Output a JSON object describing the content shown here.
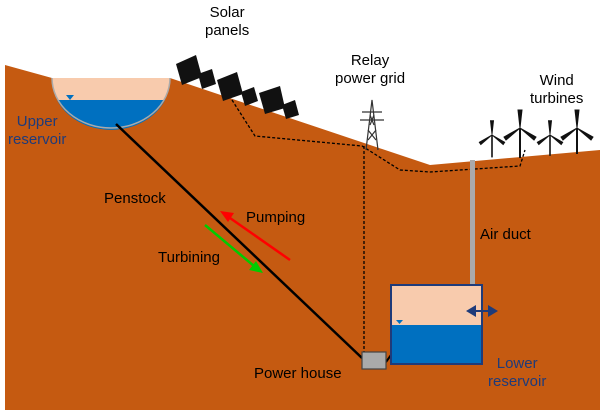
{
  "labels": {
    "solar_panels": [
      "Solar",
      "panels"
    ],
    "relay_power_grid": [
      "Relay",
      "power grid"
    ],
    "wind_turbines": [
      "Wind",
      "turbines"
    ],
    "upper_reservoir": [
      "Upper",
      "reservoir"
    ],
    "penstock": "Penstock",
    "pumping": "Pumping",
    "turbining": "Turbining",
    "air_duct": "Air duct",
    "power_house": "Power house",
    "lower_reservoir": [
      "Lower",
      "reservoir"
    ]
  },
  "colors": {
    "ground": "#c55a11",
    "water": "#0070c0",
    "air": "#f8cbad",
    "pumping_arrow": "#ff0000",
    "turbining_arrow": "#00cc00",
    "label_blue": "#1f3b7a"
  }
}
